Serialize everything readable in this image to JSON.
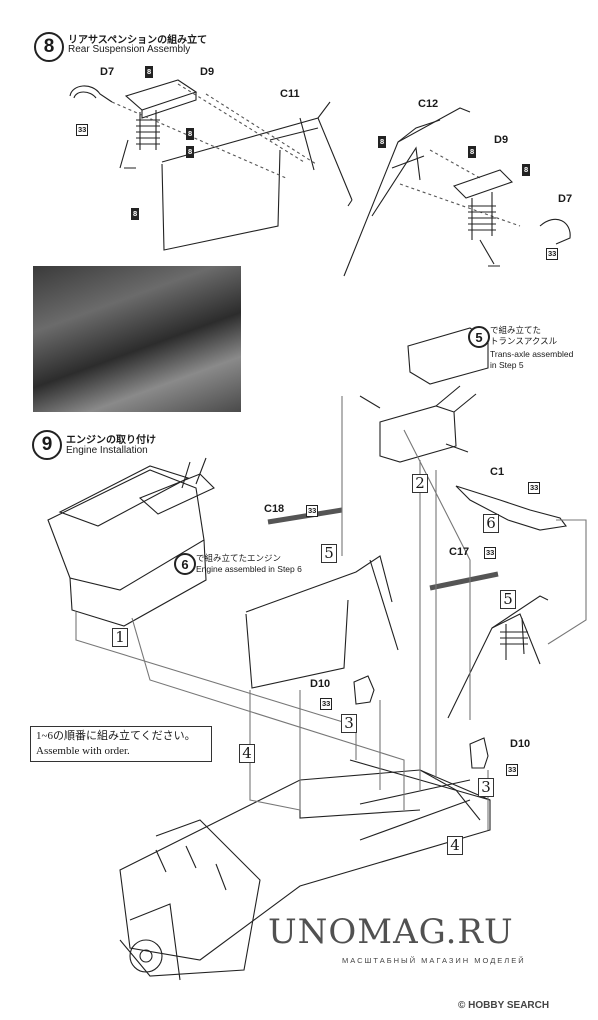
{
  "step8": {
    "number": "8",
    "title_jp": "リアサスペンションの組み立て",
    "title_en": "Rear Suspension Assembly",
    "parts": {
      "d7_left": "D7",
      "d9_left": "D9",
      "c11": "C11",
      "c12": "C12",
      "d9_right": "D9",
      "d7_right": "D7"
    },
    "badges": {
      "b8": "8",
      "b33": "33"
    }
  },
  "step9": {
    "number": "9",
    "title_jp": "エンジンの取り付け",
    "title_en": "Engine Installation",
    "parts": {
      "c18": "C18",
      "c1": "C1",
      "c17": "C17",
      "d10_left": "D10",
      "d10_right": "D10"
    },
    "ref_step5": {
      "number": "5",
      "jp_line1": "で組み立てた",
      "jp_line2": "トランスアクスル",
      "en_line1": "Trans-axle assembled",
      "en_line2": "in Step 5"
    },
    "ref_step6": {
      "number": "6",
      "jp": "で組み立てたエンジン",
      "en": "Engine assembled in Step 6"
    },
    "order_numbers": {
      "n1": "1",
      "n2": "2",
      "n3": "3",
      "n4": "4",
      "n5": "5",
      "n6": "6"
    },
    "note_jp": "1~6の順番に組み立てください。",
    "note_en": "Assemble with order."
  },
  "watermark": {
    "main": "UNOMAG.RU",
    "sub": "МАСШТАБНЫЙ МАГАЗИН МОДЕЛЕЙ"
  },
  "footer": {
    "source": "© HOBBY SEARCH"
  }
}
